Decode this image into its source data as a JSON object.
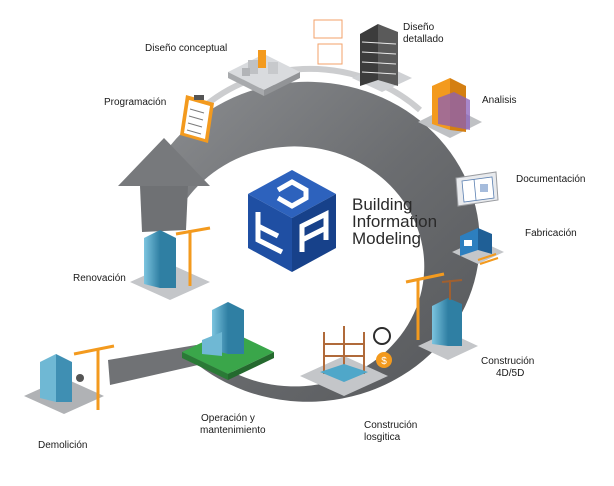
{
  "title": {
    "line1": "Building",
    "line2": "Information",
    "line3": "Modeling"
  },
  "stages": {
    "programacion": "Programación",
    "diseno_conceptual": "Diseño conceptual",
    "diseno_detallado_1": "Diseño",
    "diseno_detallado_2": "detallado",
    "analisis": "Analisis",
    "documentacion": "Documentación",
    "fabricacion": "Fabricación",
    "construccion_4d5d_1": "Construción",
    "construccion_4d5d_2": "4D/5D",
    "construccion_logistica_1": "Construción",
    "construccion_logistica_2": "losgitica",
    "operacion_1": "Operación y",
    "operacion_2": "mantenimiento",
    "renovacion": "Renovación",
    "demolicion": "Demolición"
  },
  "colors": {
    "ring": "#6e7073",
    "ring_light": "#a3a5a8",
    "logo_blue": "#1f4fa3",
    "accent_orange": "#f39a1e",
    "glass_blue": "#4fa7c9",
    "tile": "#c9cbce",
    "grass": "#3aa64a",
    "purple": "#8a5fb8"
  }
}
